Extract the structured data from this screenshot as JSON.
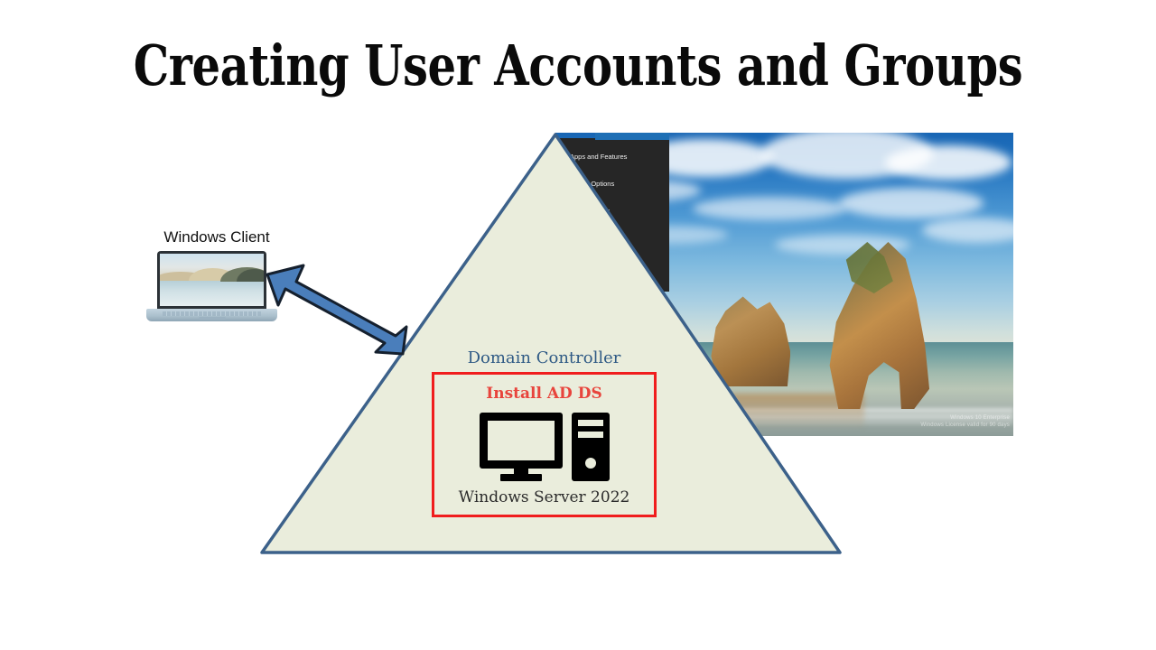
{
  "slide": {
    "title": "Creating User Accounts and Groups",
    "background_color": "#ffffff"
  },
  "client": {
    "label": "Windows Client",
    "device_icon": "laptop-icon"
  },
  "connection": {
    "arrow_icon": "double-headed-arrow-icon",
    "color": "#4a7ebb"
  },
  "triangle": {
    "fill_color": "#eaeddc",
    "stroke_color": "#3c618a",
    "name": "network-boundary-triangle"
  },
  "domain_controller": {
    "label": "Domain Controller",
    "label_color": "#2f5a85",
    "box_border_color": "#f01d1d",
    "task_label": "Install AD DS",
    "task_color": "#e8443c",
    "server_icon": "desktop-and-tower-icon",
    "os_label": "Windows Server 2022"
  },
  "desktop_screenshot": {
    "name": "windows-desktop-screenshot",
    "wallpaper": "wharariki-beach-rock-arch",
    "context_menu": {
      "items": [
        "Apps and Features",
        "Power Options",
        "Event Viewer"
      ]
    },
    "watermark_line1": "Windows 10 Enterprise",
    "watermark_line2": "Windows License valid for 90 days"
  }
}
